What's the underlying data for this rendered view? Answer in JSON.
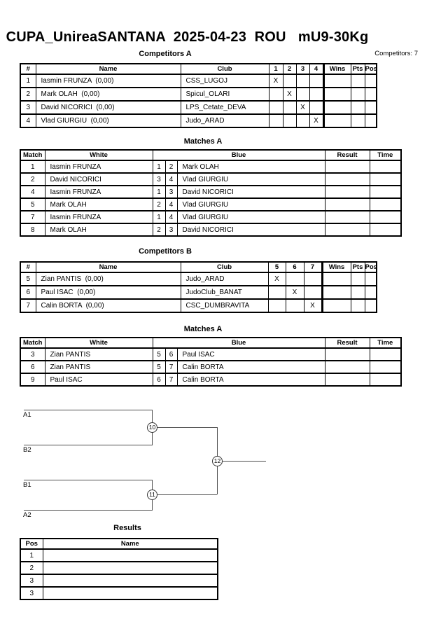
{
  "page": {
    "title": "CUPA_UnireaSANTANA  2025-04-23  ROU   mU9-30Kg",
    "competitors_count": "Competitors: 7"
  },
  "competitors_a": {
    "title": "Competitors A",
    "headers": {
      "num": "#",
      "name": "Name",
      "club": "Club",
      "c1": "1",
      "c2": "2",
      "c3": "3",
      "c4": "4",
      "wins": "Wins",
      "pts": "Pts",
      "pos": "Pos"
    },
    "rows": [
      {
        "num": "1",
        "name": "Iasmin FRUNZA  (0,00)",
        "club": "CSS_LUGOJ",
        "marks": [
          "X",
          "",
          "",
          ""
        ]
      },
      {
        "num": "2",
        "name": "Mark OLAH  (0,00)",
        "club": "Spicul_OLARI",
        "marks": [
          "",
          "X",
          "",
          ""
        ]
      },
      {
        "num": "3",
        "name": "David NICORICI  (0,00)",
        "club": "LPS_Cetate_DEVA",
        "marks": [
          "",
          "",
          "X",
          ""
        ]
      },
      {
        "num": "4",
        "name": "Vlad GIURGIU  (0,00)",
        "club": "Judo_ARAD",
        "marks": [
          "",
          "",
          "",
          "X"
        ]
      }
    ]
  },
  "matches_a": {
    "title": "Matches A",
    "headers": {
      "match": "Match",
      "white": "White",
      "blue": "Blue",
      "result": "Result",
      "time": "Time"
    },
    "rows": [
      {
        "match": "1",
        "white": "Iasmin FRUNZA",
        "wnum": "1",
        "bnum": "2",
        "blue": "Mark OLAH",
        "result": "",
        "time": ""
      },
      {
        "match": "2",
        "white": "David NICORICI",
        "wnum": "3",
        "bnum": "4",
        "blue": "Vlad GIURGIU",
        "result": "",
        "time": ""
      },
      {
        "match": "4",
        "white": "Iasmin FRUNZA",
        "wnum": "1",
        "bnum": "3",
        "blue": "David NICORICI",
        "result": "",
        "time": ""
      },
      {
        "match": "5",
        "white": "Mark OLAH",
        "wnum": "2",
        "bnum": "4",
        "blue": "Vlad GIURGIU",
        "result": "",
        "time": ""
      },
      {
        "match": "7",
        "white": "Iasmin FRUNZA",
        "wnum": "1",
        "bnum": "4",
        "blue": "Vlad GIURGIU",
        "result": "",
        "time": ""
      },
      {
        "match": "8",
        "white": "Mark OLAH",
        "wnum": "2",
        "bnum": "3",
        "blue": "David NICORICI",
        "result": "",
        "time": ""
      }
    ]
  },
  "competitors_b": {
    "title": "Competitors B",
    "headers": {
      "num": "#",
      "name": "Name",
      "club": "Club",
      "c1": "5",
      "c2": "6",
      "c3": "7",
      "wins": "Wins",
      "pts": "Pts",
      "pos": "Pos"
    },
    "rows": [
      {
        "num": "5",
        "name": "Zian PANTIS  (0,00)",
        "club": "Judo_ARAD",
        "marks": [
          "X",
          "",
          ""
        ]
      },
      {
        "num": "6",
        "name": "Paul ISAC  (0,00)",
        "club": "JudoClub_BANAT",
        "marks": [
          "",
          "X",
          ""
        ]
      },
      {
        "num": "7",
        "name": "Calin BORTA  (0,00)",
        "club": "CSC_DUMBRAVITA",
        "marks": [
          "",
          "",
          "X"
        ]
      }
    ]
  },
  "matches_b": {
    "title": "Matches A",
    "headers": {
      "match": "Match",
      "white": "White",
      "blue": "Blue",
      "result": "Result",
      "time": "Time"
    },
    "rows": [
      {
        "match": "3",
        "white": "Zian PANTIS",
        "wnum": "5",
        "bnum": "6",
        "blue": "Paul ISAC",
        "result": "",
        "time": ""
      },
      {
        "match": "6",
        "white": "Zian PANTIS",
        "wnum": "5",
        "bnum": "7",
        "blue": "Calin BORTA",
        "result": "",
        "time": ""
      },
      {
        "match": "9",
        "white": "Paul ISAC",
        "wnum": "6",
        "bnum": "7",
        "blue": "Calin BORTA",
        "result": "",
        "time": ""
      }
    ]
  },
  "bracket": {
    "labels": {
      "a1": "A1",
      "b2": "B2",
      "b1": "B1",
      "a2": "A2"
    },
    "nodes": {
      "n10": "10",
      "n11": "11",
      "n12": "12"
    }
  },
  "results": {
    "title": "Results",
    "headers": {
      "pos": "Pos",
      "name": "Name"
    },
    "rows": [
      {
        "pos": "1",
        "name": ""
      },
      {
        "pos": "2",
        "name": ""
      },
      {
        "pos": "3",
        "name": ""
      },
      {
        "pos": "3",
        "name": ""
      }
    ]
  }
}
